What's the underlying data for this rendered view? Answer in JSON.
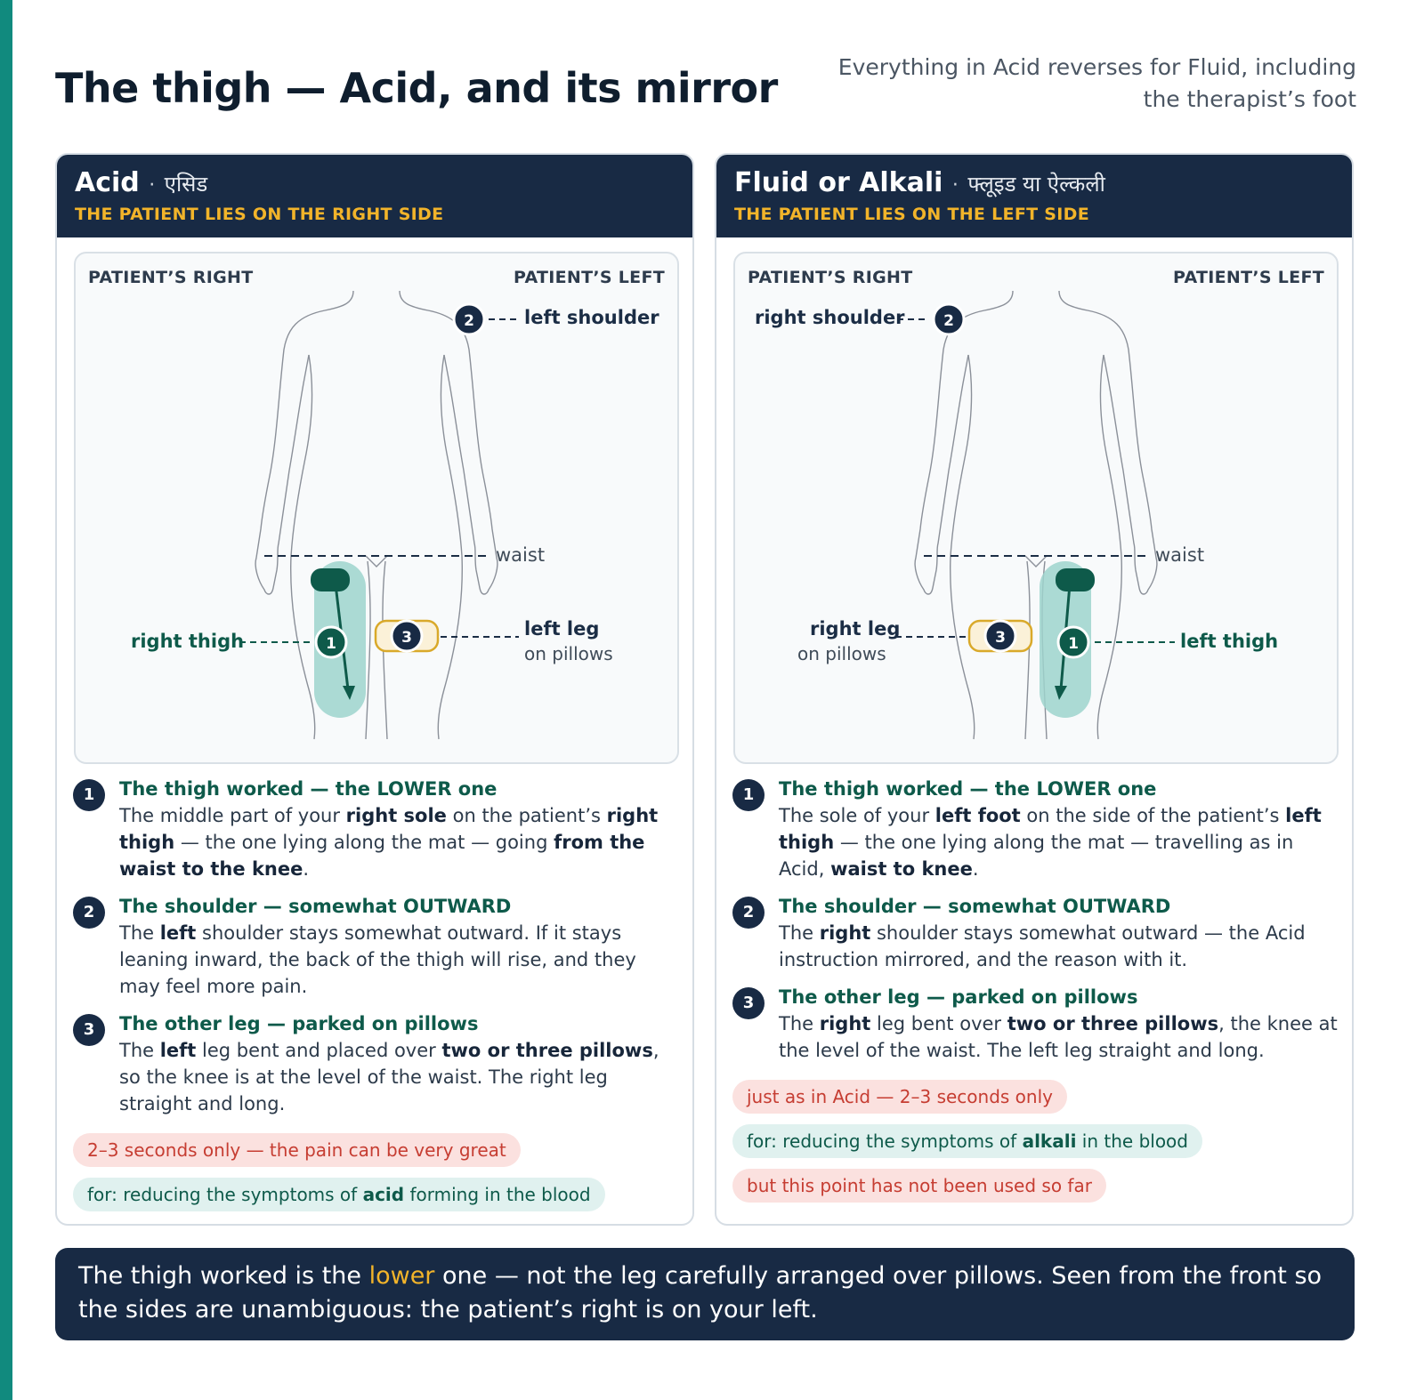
{
  "header": {
    "title": "The thigh — Acid, and its mirror",
    "subtitle": "Everything in Acid reverses for Fluid, including the therapist’s foot"
  },
  "panels": [
    {
      "title": "Acid",
      "title_sep": "·",
      "native": "एसिड",
      "subtitle": "THE PATIENT LIES ON THE RIGHT SIDE",
      "figure": {
        "side_left": "PATIENT’S RIGHT",
        "side_right": "PATIENT’S LEFT",
        "label_shoulder": "left shoulder",
        "label_waist": "waist",
        "label_thigh": "right thigh",
        "label_leg": "left leg",
        "label_leg_sub": "on pillows",
        "marker1": "1",
        "marker2": "2",
        "marker3": "3"
      },
      "steps": [
        {
          "num": "1",
          "title": "The thigh worked — the LOWER one",
          "body": [
            {
              "t": "The middle part of your "
            },
            {
              "b": "right sole"
            },
            {
              "t": " on the patient’s "
            },
            {
              "b": "right thigh"
            },
            {
              "t": " — the one lying along the mat — going "
            },
            {
              "b": "from the waist to the knee"
            },
            {
              "t": "."
            }
          ]
        },
        {
          "num": "2",
          "title": "The shoulder — somewhat OUTWARD",
          "body": [
            {
              "t": "The "
            },
            {
              "b": "left"
            },
            {
              "t": " shoulder stays somewhat outward. If it stays leaning inward, the back of the thigh will rise, and they may feel more pain."
            }
          ]
        },
        {
          "num": "3",
          "title": "The other leg — parked on pillows",
          "body": [
            {
              "t": "The "
            },
            {
              "b": "left"
            },
            {
              "t": " leg bent and placed over "
            },
            {
              "b": "two or three pillows"
            },
            {
              "t": ", so the knee is at the level of the waist. The right leg straight and long."
            }
          ]
        }
      ],
      "pills": [
        {
          "kind": "red",
          "parts": [
            {
              "t": "2–3 seconds only — the pain can be very great"
            }
          ]
        },
        {
          "kind": "green",
          "parts": [
            {
              "t": "for: reducing the symptoms of "
            },
            {
              "b": "acid"
            },
            {
              "t": " forming in the blood"
            }
          ]
        }
      ]
    },
    {
      "title": "Fluid or Alkali",
      "title_sep": "·",
      "native": "फ्लूइड या ऐल्कली",
      "subtitle": "THE PATIENT LIES ON THE LEFT SIDE",
      "figure": {
        "side_left": "PATIENT’S RIGHT",
        "side_right": "PATIENT’S LEFT",
        "label_shoulder": "right shoulder",
        "label_waist": "waist",
        "label_thigh": "left thigh",
        "label_leg": "right leg",
        "label_leg_sub": "on pillows",
        "marker1": "1",
        "marker2": "2",
        "marker3": "3"
      },
      "steps": [
        {
          "num": "1",
          "title": "The thigh worked — the LOWER one",
          "body": [
            {
              "t": "The sole of your "
            },
            {
              "b": "left foot"
            },
            {
              "t": " on the side of the patient’s "
            },
            {
              "b": "left thigh"
            },
            {
              "t": " — the one lying along the mat — travelling as in Acid, "
            },
            {
              "b": "waist to knee"
            },
            {
              "t": "."
            }
          ]
        },
        {
          "num": "2",
          "title": "The shoulder — somewhat OUTWARD",
          "body": [
            {
              "t": "The "
            },
            {
              "b": "right"
            },
            {
              "t": " shoulder stays somewhat outward — the Acid instruction mirrored, and the reason with it."
            }
          ]
        },
        {
          "num": "3",
          "title": "The other leg — parked on pillows",
          "body": [
            {
              "t": "The "
            },
            {
              "b": "right"
            },
            {
              "t": " leg bent over "
            },
            {
              "b": "two or three pillows"
            },
            {
              "t": ", the knee at the level of the waist. The left leg straight and long."
            }
          ]
        }
      ],
      "pills": [
        {
          "kind": "red",
          "parts": [
            {
              "t": "just as in Acid — 2–3 seconds only"
            }
          ]
        },
        {
          "kind": "green",
          "parts": [
            {
              "t": "for: reducing the symptoms of "
            },
            {
              "b": "alkali"
            },
            {
              "t": " in the blood"
            }
          ]
        },
        {
          "kind": "red",
          "parts": [
            {
              "t": "but this point has not been used so far"
            }
          ]
        }
      ]
    }
  ],
  "footer": {
    "part1": "The thigh worked is the ",
    "highlight": "lower",
    "part2": " one — not the leg carefully arranged over pillows. Seen from the front so the sides are unambiguous: the patient’s right is on your left."
  },
  "colors": {
    "navy": "#182a44",
    "green": "#0e5a4a",
    "teal_accent": "#118a7e",
    "amber": "#f2b42a",
    "red": "#c63d32"
  }
}
